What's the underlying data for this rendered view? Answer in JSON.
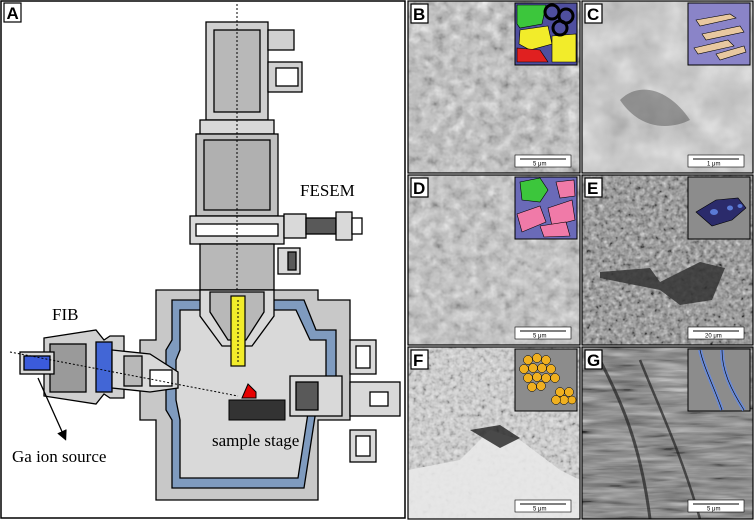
{
  "panels": {
    "a": {
      "label": "A"
    },
    "b": {
      "label": "B",
      "scale": "5 μm"
    },
    "c": {
      "label": "C",
      "scale": "1 μm"
    },
    "d": {
      "label": "D",
      "scale": "5 μm"
    },
    "e": {
      "label": "E",
      "scale": "20 μm"
    },
    "f": {
      "label": "F",
      "scale": "5 μm"
    },
    "g": {
      "label": "G",
      "scale": "5 μm"
    }
  },
  "annotations": {
    "fesem": "FESEM",
    "fib": "FIB",
    "ga_source": "Ga ion source",
    "stage": "sample stage"
  },
  "colors": {
    "chamber_gray": "#d9d9d9",
    "column_gray": "#c8c8c8",
    "dark": "#595959",
    "blue": "#6f8fb4",
    "fib_blue": "#3b5bdb",
    "yellow": "#f2ec2a",
    "red": "#e60000",
    "inset_purple": "#8a84c8",
    "inset_pink": "#f07aa8",
    "inset_green": "#3cc63c",
    "inset_yellow": "#f2d21c",
    "inset_orange": "#f0b020"
  }
}
